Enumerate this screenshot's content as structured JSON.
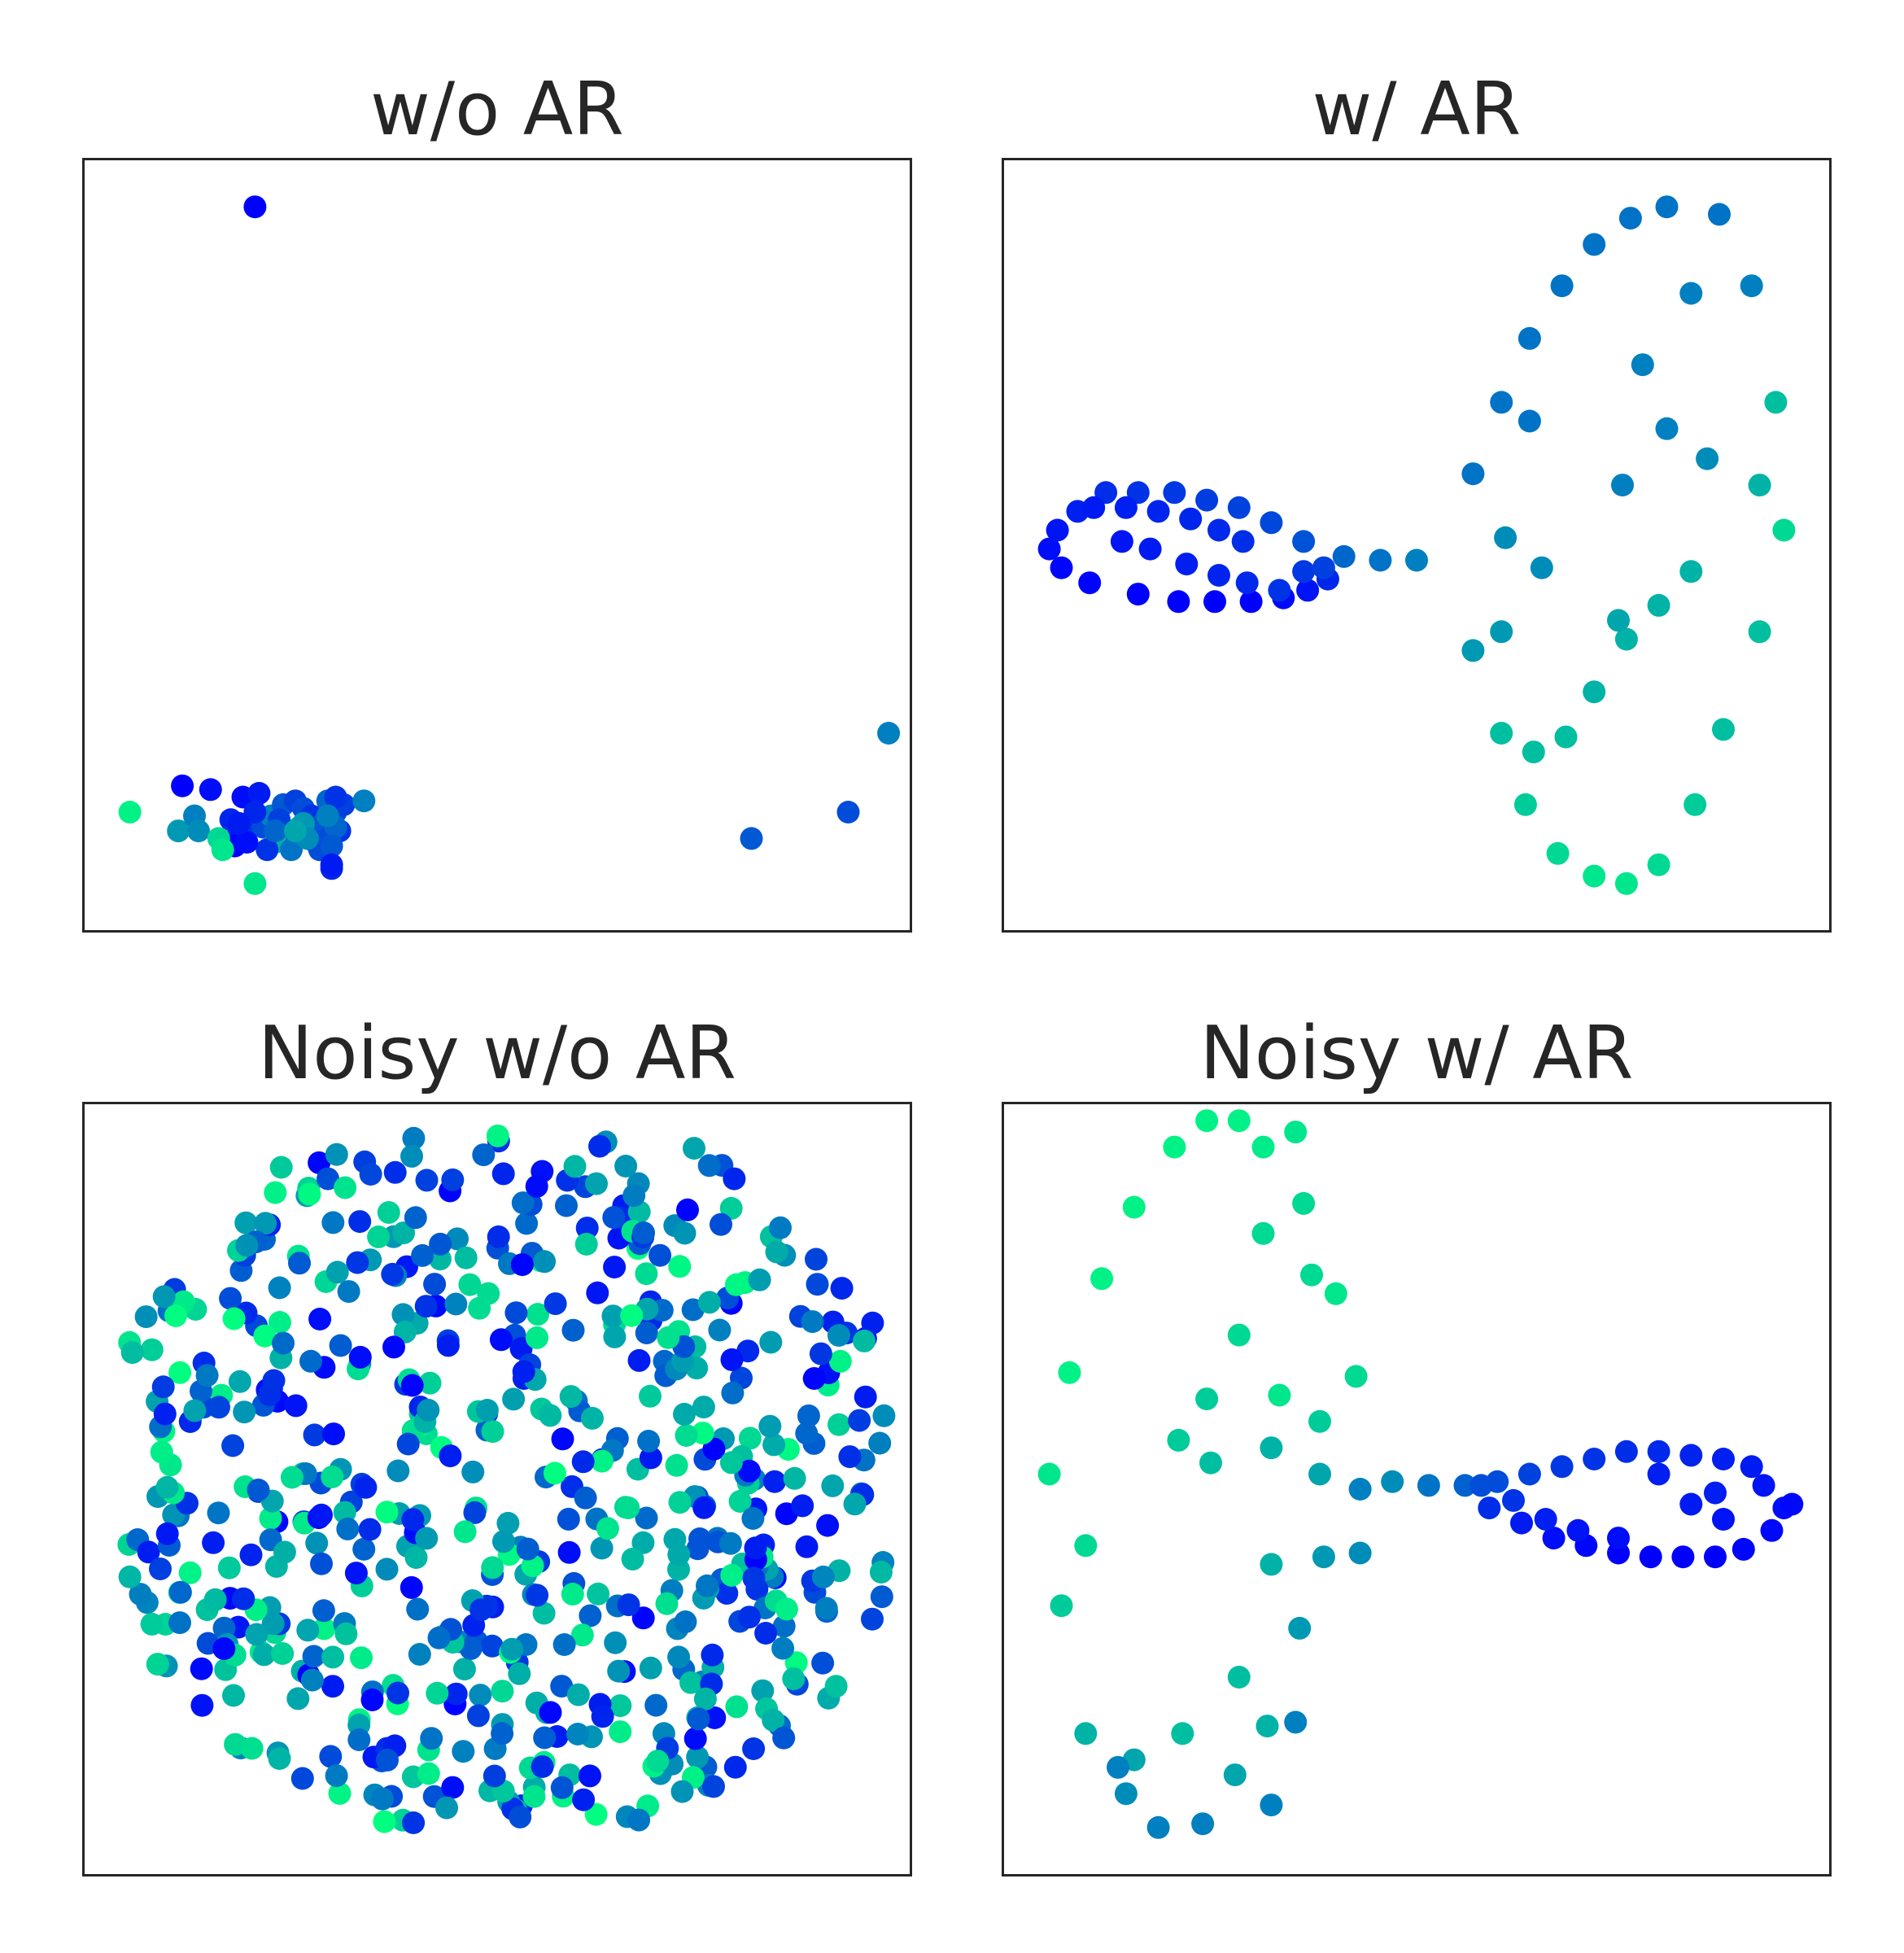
{
  "colors": {
    "frame": "#262626",
    "low": "#0000ff",
    "high": "#00ff80",
    "colormap": "winter"
  },
  "chart_data": [
    {
      "type": "scatter",
      "title": "w/o AR",
      "xlabel": "",
      "ylabel": "",
      "xlim": [
        0,
        100
      ],
      "ylim": [
        0,
        100
      ],
      "ticks": false,
      "grid": false,
      "points": [
        [
          20,
          95,
          0.0
        ],
        [
          11,
          18,
          0.0
        ],
        [
          14.5,
          17.5,
          0.05
        ],
        [
          18.5,
          16.5,
          0.05
        ],
        [
          20.5,
          17,
          0.1
        ],
        [
          4.5,
          14.5,
          0.95
        ],
        [
          10.5,
          12,
          0.6
        ],
        [
          12.5,
          14,
          0.5
        ],
        [
          13,
          12,
          0.55
        ],
        [
          17,
          13.5,
          0.15
        ],
        [
          18,
          12,
          0.1
        ],
        [
          19.5,
          13,
          0.2
        ],
        [
          21,
          12.5,
          0.3
        ],
        [
          22,
          14,
          0.5
        ],
        [
          23.5,
          15.5,
          0.35
        ],
        [
          25,
          16,
          0.25
        ],
        [
          26,
          15,
          0.3
        ],
        [
          27,
          14,
          0.2
        ],
        [
          28.5,
          13,
          0.35
        ],
        [
          29,
          16,
          0.4
        ],
        [
          30,
          14.5,
          0.3
        ],
        [
          31,
          15.5,
          0.25
        ],
        [
          25.5,
          12.5,
          0.75
        ],
        [
          24,
          11,
          0.3
        ],
        [
          22.5,
          10.5,
          0.7
        ],
        [
          21.5,
          9.5,
          0.2
        ],
        [
          17.5,
          10,
          0.0
        ],
        [
          15.5,
          11,
          0.85
        ],
        [
          16,
          9.5,
          0.9
        ],
        [
          27.5,
          10.5,
          0.25
        ],
        [
          29,
          11,
          0.3
        ],
        [
          30.5,
          12,
          0.2
        ],
        [
          26,
          13,
          0.6
        ],
        [
          23,
          13.5,
          0.25
        ],
        [
          20,
          14.5,
          0.15
        ],
        [
          19,
          10.5,
          0.05
        ],
        [
          24.5,
          9.5,
          0.45
        ],
        [
          28,
          9.5,
          0.3
        ],
        [
          30,
          12.5,
          0.4
        ],
        [
          29.5,
          10,
          0.35
        ],
        [
          26.5,
          11,
          0.55
        ],
        [
          22.5,
          12,
          0.4
        ],
        [
          29.5,
          7,
          0.15
        ],
        [
          29.5,
          7.5,
          0.1
        ],
        [
          20,
          5,
          0.9
        ],
        [
          30,
          16.5,
          0.2
        ],
        [
          18,
          13,
          0.1
        ],
        [
          25,
          12,
          0.65
        ],
        [
          29,
          14,
          0.5
        ],
        [
          98.5,
          25,
          0.5
        ],
        [
          93.5,
          14.5,
          0.3
        ],
        [
          81.5,
          11,
          0.35
        ],
        [
          33.5,
          16,
          0.5
        ]
      ]
    },
    {
      "type": "scatter",
      "title": "w/ AR",
      "xlabel": "",
      "ylabel": "",
      "xlim": [
        0,
        100
      ],
      "ylim": [
        0,
        100
      ],
      "ticks": false,
      "grid": false,
      "points": [
        [
          4.5,
          49.5,
          0.05
        ],
        [
          5.5,
          52,
          0.08
        ],
        [
          8,
          54.5,
          0.12
        ],
        [
          11.5,
          57,
          0.18
        ],
        [
          15.5,
          57,
          0.2
        ],
        [
          20,
          57,
          0.22
        ],
        [
          24,
          56,
          0.24
        ],
        [
          28,
          55,
          0.26
        ],
        [
          32,
          53,
          0.28
        ],
        [
          36,
          50.5,
          0.32
        ],
        [
          41,
          48.5,
          0.4
        ],
        [
          45.5,
          48,
          0.45
        ],
        [
          50,
          48,
          0.5
        ],
        [
          6,
          47,
          0.02
        ],
        [
          9.5,
          45,
          0.01
        ],
        [
          15.5,
          43.5,
          0.0
        ],
        [
          20.5,
          42.5,
          0.0
        ],
        [
          25,
          42.5,
          0.0
        ],
        [
          29.5,
          42.5,
          0.0
        ],
        [
          33.5,
          43,
          0.03
        ],
        [
          36.5,
          44,
          0.07
        ],
        [
          39,
          45.5,
          0.15
        ],
        [
          10,
          55,
          0.1
        ],
        [
          14,
          55,
          0.12
        ],
        [
          18,
          54.5,
          0.14
        ],
        [
          22,
          53.5,
          0.15
        ],
        [
          25.5,
          52,
          0.16
        ],
        [
          28.5,
          50.5,
          0.18
        ],
        [
          13.5,
          50.5,
          0.08
        ],
        [
          17,
          49.5,
          0.1
        ],
        [
          21.5,
          47.5,
          0.12
        ],
        [
          25.5,
          46,
          0.14
        ],
        [
          29,
          45,
          0.16
        ],
        [
          33,
          44,
          0.2
        ],
        [
          36,
          46.5,
          0.22
        ],
        [
          38.5,
          47,
          0.25
        ],
        [
          57,
          59.5,
          0.45
        ],
        [
          60.5,
          69,
          0.45
        ],
        [
          64,
          77.5,
          0.45
        ],
        [
          68,
          84.5,
          0.45
        ],
        [
          72,
          90,
          0.45
        ],
        [
          76.5,
          93.5,
          0.45
        ],
        [
          81,
          95,
          0.45
        ],
        [
          87.5,
          94,
          0.45
        ],
        [
          91.5,
          84.5,
          0.5
        ],
        [
          94.5,
          69,
          0.75
        ],
        [
          92.5,
          58,
          0.7
        ],
        [
          95.5,
          52,
          0.85
        ],
        [
          92.5,
          38.5,
          0.75
        ],
        [
          88,
          25.5,
          0.75
        ],
        [
          84.5,
          15.5,
          0.8
        ],
        [
          80,
          7.5,
          0.85
        ],
        [
          76,
          5,
          0.9
        ],
        [
          72,
          6,
          0.9
        ],
        [
          67.5,
          9,
          0.85
        ],
        [
          63.5,
          15.5,
          0.8
        ],
        [
          60.5,
          25,
          0.75
        ],
        [
          64.5,
          22.5,
          0.75
        ],
        [
          68.5,
          24.5,
          0.75
        ],
        [
          72,
          30.5,
          0.7
        ],
        [
          76,
          37.5,
          0.7
        ],
        [
          80,
          42,
          0.7
        ],
        [
          84,
          46.5,
          0.7
        ],
        [
          86,
          61.5,
          0.55
        ],
        [
          81,
          65.5,
          0.5
        ],
        [
          78,
          74,
          0.5
        ],
        [
          84,
          83.5,
          0.5
        ],
        [
          75.5,
          58,
          0.5
        ],
        [
          64,
          66.5,
          0.45
        ],
        [
          61,
          51,
          0.55
        ],
        [
          57,
          36,
          0.6
        ],
        [
          60.5,
          38.5,
          0.6
        ],
        [
          65.5,
          47,
          0.55
        ],
        [
          75,
          40,
          0.65
        ]
      ]
    },
    {
      "type": "scatter",
      "title": "Noisy w/o AR",
      "xlabel": "",
      "ylabel": "",
      "xlim": [
        0,
        100
      ],
      "ylim": [
        0,
        100
      ],
      "ticks": false,
      "grid": false,
      "note_scatter": "random cloud",
      "cloud": {
        "count": 650,
        "seed": 7
      }
    },
    {
      "type": "scatter",
      "title": "Noisy w/ AR",
      "xlabel": "",
      "ylabel": "",
      "xlim": [
        0,
        100
      ],
      "ylim": [
        0,
        100
      ],
      "ticks": false,
      "grid": false,
      "points": [
        [
          95.5,
          47.5,
          0.05
        ],
        [
          96.5,
          48,
          0.03
        ],
        [
          93,
          50.5,
          0.08
        ],
        [
          91.5,
          53,
          0.1
        ],
        [
          88,
          54,
          0.12
        ],
        [
          84,
          54.5,
          0.14
        ],
        [
          80,
          55,
          0.16
        ],
        [
          76,
          55,
          0.18
        ],
        [
          72,
          54,
          0.2
        ],
        [
          68,
          53,
          0.22
        ],
        [
          64,
          52,
          0.26
        ],
        [
          60,
          51,
          0.3
        ],
        [
          56,
          50.5,
          0.38
        ],
        [
          51.5,
          50.5,
          0.45
        ],
        [
          47,
          51,
          0.55
        ],
        [
          94,
          44.5,
          0.03
        ],
        [
          90.5,
          42,
          0.02
        ],
        [
          87,
          41,
          0.0
        ],
        [
          83,
          41,
          0.0
        ],
        [
          79,
          41,
          0.0
        ],
        [
          75,
          41.5,
          0.0
        ],
        [
          71,
          42.5,
          0.02
        ],
        [
          67,
          43.5,
          0.05
        ],
        [
          63,
          45.5,
          0.1
        ],
        [
          59,
          47.5,
          0.18
        ],
        [
          88,
          46,
          0.08
        ],
        [
          84,
          48,
          0.1
        ],
        [
          80,
          52,
          0.12
        ],
        [
          75,
          43.5,
          0.05
        ],
        [
          70,
          44.5,
          0.08
        ],
        [
          66,
          46,
          0.12
        ],
        [
          62,
          48.5,
          0.2
        ],
        [
          58,
          50.5,
          0.3
        ],
        [
          87,
          49.5,
          0.12
        ],
        [
          43,
          50,
          0.5
        ],
        [
          38,
          52,
          0.65
        ],
        [
          32,
          55.5,
          0.7
        ],
        [
          24.5,
          53.5,
          0.75
        ],
        [
          20.5,
          56.5,
          0.8
        ],
        [
          24,
          62,
          0.8
        ],
        [
          28,
          70.5,
          0.85
        ],
        [
          31,
          84,
          0.85
        ],
        [
          36,
          88,
          0.85
        ],
        [
          37,
          78.5,
          0.85
        ],
        [
          40,
          76,
          0.9
        ],
        [
          42.5,
          65,
          0.85
        ],
        [
          38,
          59,
          0.8
        ],
        [
          33,
          62.5,
          0.9
        ],
        [
          35,
          97.5,
          0.9
        ],
        [
          31,
          95.5,
          0.92
        ],
        [
          28,
          99,
          0.95
        ],
        [
          24,
          99,
          0.95
        ],
        [
          20,
          95.5,
          0.95
        ],
        [
          15,
          87.5,
          0.95
        ],
        [
          11,
          78,
          0.95
        ],
        [
          7,
          65.5,
          0.95
        ],
        [
          4.5,
          52,
          0.9
        ],
        [
          9,
          42.5,
          0.85
        ],
        [
          6,
          34.5,
          0.8
        ],
        [
          9,
          17.5,
          0.7
        ],
        [
          15,
          14,
          0.65
        ],
        [
          21,
          17.5,
          0.75
        ],
        [
          27.5,
          12,
          0.65
        ],
        [
          32,
          8,
          0.5
        ],
        [
          35,
          19,
          0.5
        ],
        [
          35.5,
          31.5,
          0.6
        ],
        [
          38.5,
          41,
          0.6
        ],
        [
          43,
          41.5,
          0.55
        ],
        [
          31.5,
          18.5,
          0.7
        ],
        [
          28,
          25,
          0.75
        ],
        [
          32,
          40,
          0.7
        ],
        [
          13,
          13,
          0.5
        ],
        [
          18,
          5,
          0.5
        ],
        [
          23.5,
          5.5,
          0.5
        ],
        [
          14,
          9.5,
          0.55
        ]
      ]
    }
  ]
}
